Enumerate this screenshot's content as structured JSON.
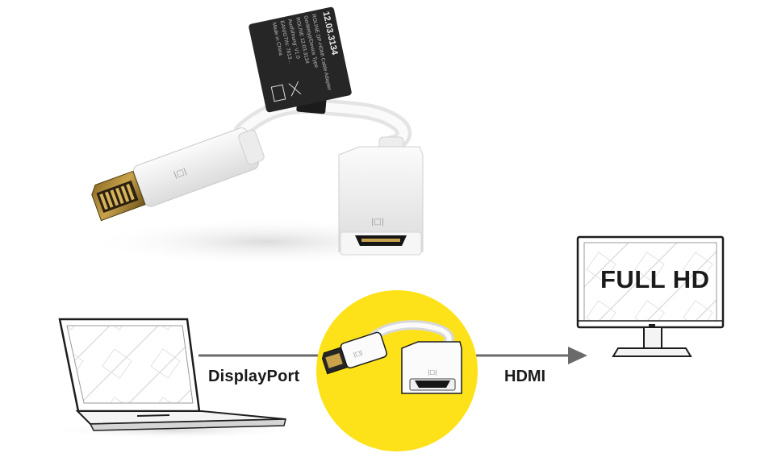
{
  "product_tag": {
    "part_number": "12.03.3134",
    "lines": [
      "ROLINE DP-HDMI Cable Adapter",
      "Gerätetyp/Device Type",
      "ROLINE 12.03.3134",
      "Ausführung: V1.0",
      "EAN/GTIN: 7613...",
      "Made in China"
    ]
  },
  "diagram": {
    "source_label": "DisplayPort",
    "target_label": "HDMI",
    "monitor_text": "FULL HD"
  },
  "colors": {
    "highlight_circle": "#fde21a",
    "line": "#6a6a6a",
    "tag": "#262626",
    "connector_white": "#f3f3f3",
    "connector_gold": "#b08a35"
  },
  "icons": [
    "laptop-icon",
    "monitor-icon",
    "adapter-icon",
    "arrow-right-icon",
    "displayport-plug-icon",
    "hdmi-socket-icon"
  ]
}
